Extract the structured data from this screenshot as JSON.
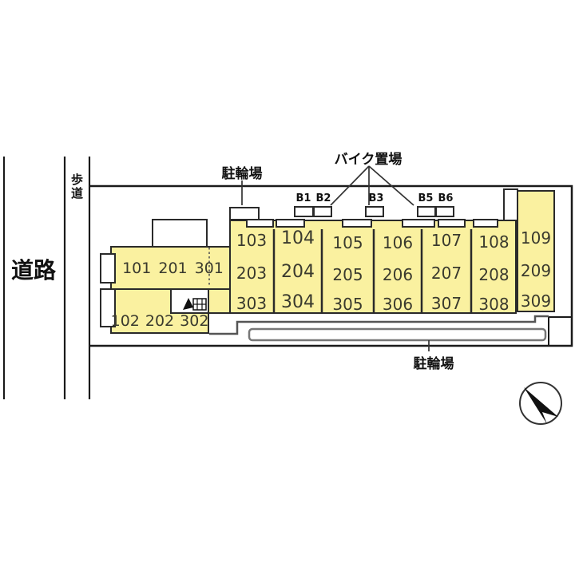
{
  "site": {
    "road_label": "道路",
    "sidewalk_label": "歩道"
  },
  "annotations": {
    "bicycle_parking_top": "駐輪場",
    "bike_storage": "バイク置場",
    "bicycle_parking_bottom": "駐輪場"
  },
  "bike_spots": [
    "B1",
    "B2",
    "B3",
    "B5",
    "B6"
  ],
  "building": {
    "wing_upper": [
      "101",
      "201",
      "301"
    ],
    "wing_lower": [
      "102",
      "202",
      "302"
    ],
    "units": [
      [
        "103",
        "203",
        "303"
      ],
      [
        "104",
        "204",
        "304"
      ],
      [
        "105",
        "205",
        "305"
      ],
      [
        "106",
        "206",
        "306"
      ],
      [
        "107",
        "207",
        "307"
      ],
      [
        "108",
        "208",
        "308"
      ],
      [
        "109",
        "209",
        "309"
      ]
    ]
  },
  "icons": {
    "stairs": "stairs-icon",
    "compass": "north-arrow-icon"
  },
  "colors": {
    "building_fill": "#faf1a0",
    "outline": "#2a2a2a"
  }
}
